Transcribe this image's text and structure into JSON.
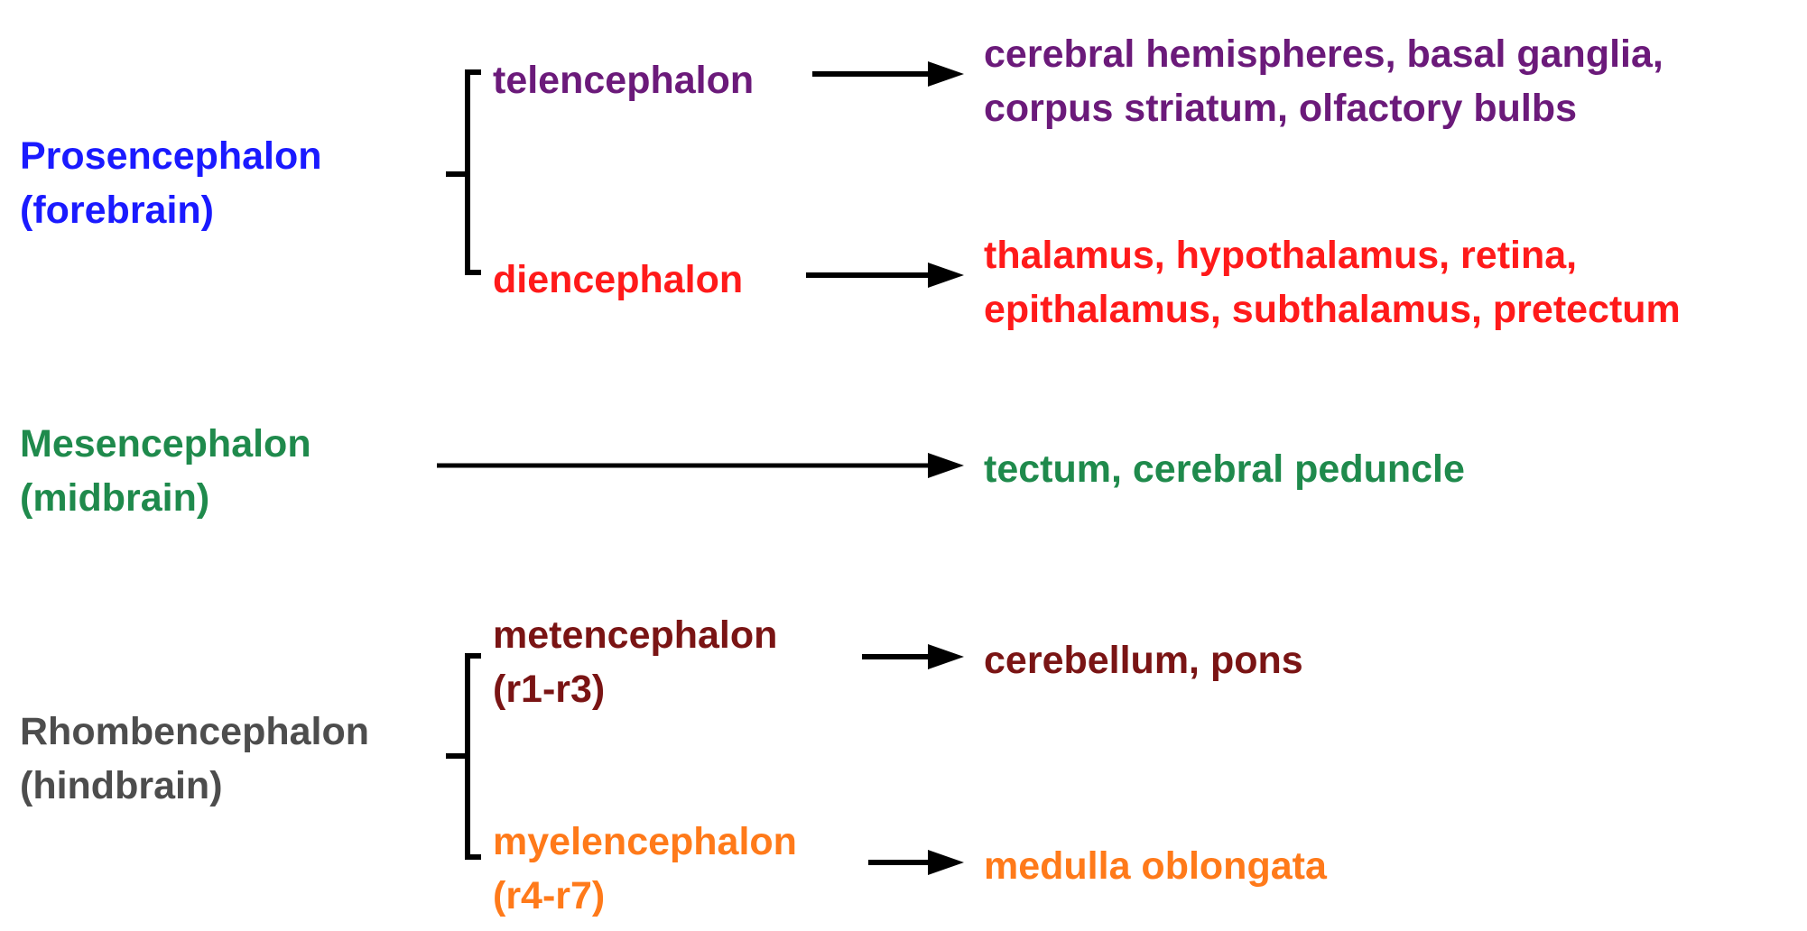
{
  "colors": {
    "prosencephalon": "#1a1aff",
    "telencephalon": "#6b1a7a",
    "diencephalon": "#ff1a1a",
    "mesencephalon": "#1f8a4c",
    "rhombencephalon": "#4d4d4d",
    "metencephalon": "#7a1414",
    "myelencephalon": "#ff7a1a",
    "lines": "#000000"
  },
  "prosencephalon": {
    "name": "Prosencephalon",
    "common": "(forebrain)",
    "telencephalon": {
      "name": "telencephalon",
      "derivatives": [
        "cerebral hemispheres, basal ganglia,",
        "corpus striatum, olfactory bulbs"
      ]
    },
    "diencephalon": {
      "name": "diencephalon",
      "derivatives": [
        "thalamus, hypothalamus, retina,",
        "epithalamus, subthalamus, pretectum"
      ]
    }
  },
  "mesencephalon": {
    "name": "Mesencephalon",
    "common": "(midbrain)",
    "derivatives": "tectum, cerebral peduncle"
  },
  "rhombencephalon": {
    "name": "Rhombencephalon",
    "common": "(hindbrain)",
    "metencephalon": {
      "name": "metencephalon",
      "range": "(r1-r3)",
      "derivatives": "cerebellum, pons"
    },
    "myelencephalon": {
      "name": "myelencephalon",
      "range": "(r4-r7)",
      "derivatives": "medulla oblongata"
    }
  }
}
